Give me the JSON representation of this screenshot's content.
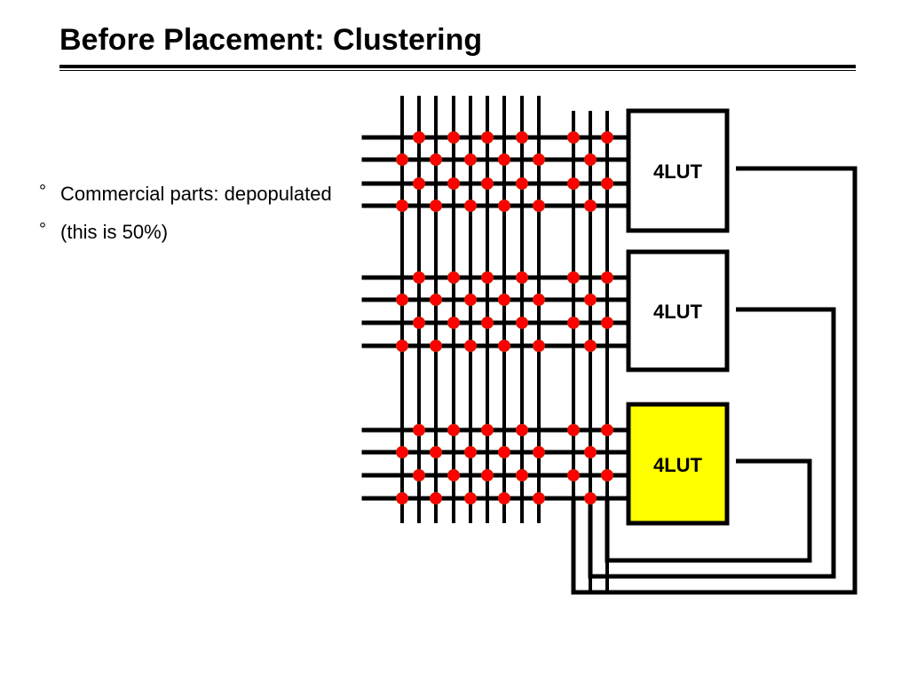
{
  "slide": {
    "title": "Before Placement: Clustering",
    "bullets": [
      {
        "marker": "°",
        "text": "Commercial parts: depopulated"
      },
      {
        "marker": "°",
        "text": "(this is 50%)"
      }
    ]
  },
  "diagram": {
    "lut_blocks": [
      {
        "label": "4LUT",
        "fill": "#ffffff",
        "highlighted": false
      },
      {
        "label": "4LUT",
        "fill": "#ffffff",
        "highlighted": false
      },
      {
        "label": "4LUT",
        "fill": "#ffff00",
        "highlighted": true
      }
    ],
    "wire_color": "#000000",
    "switch_color": "#ff0000",
    "switch_outline": "#cc2200"
  }
}
